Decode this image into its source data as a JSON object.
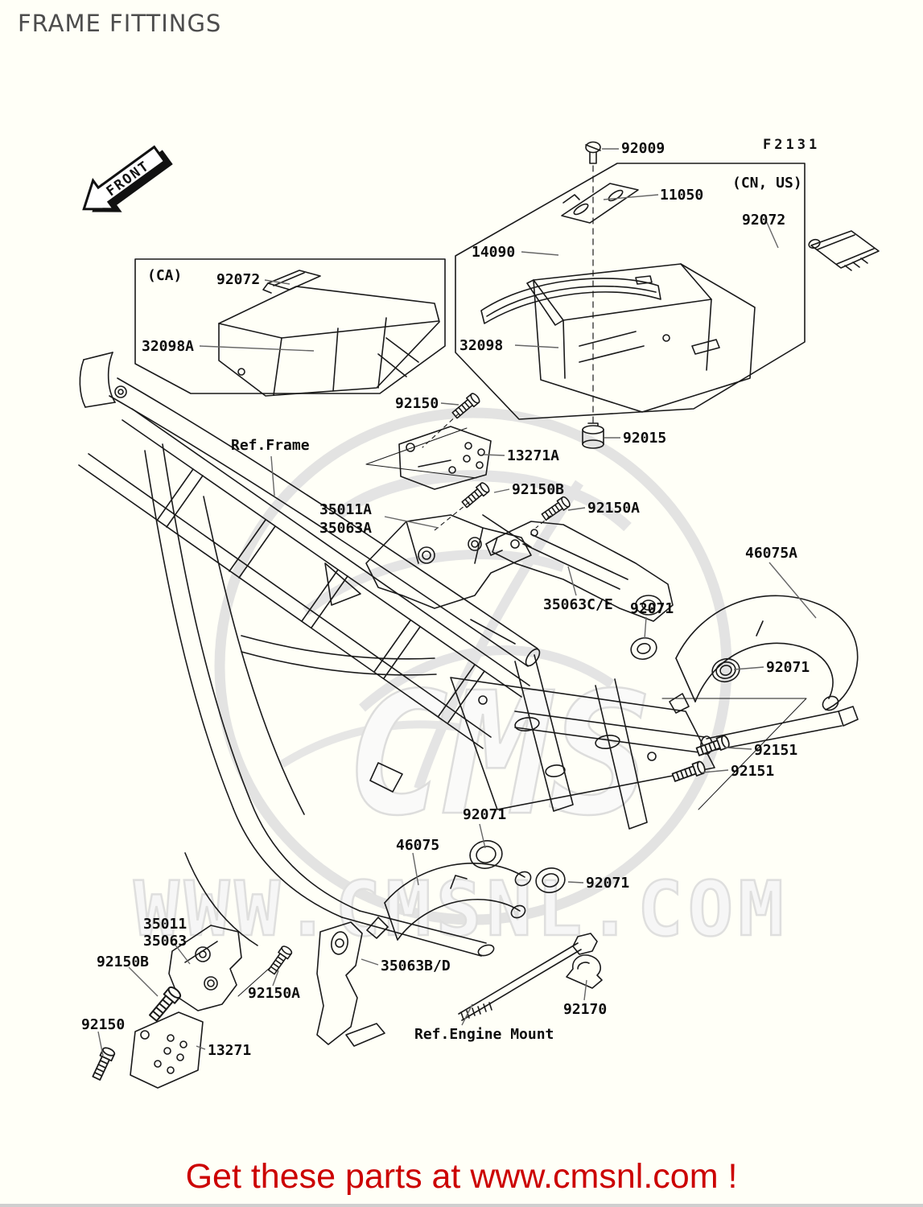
{
  "page": {
    "title": "FRAME FITTINGS",
    "fig_code": "F2131"
  },
  "front_arrow": {
    "label": "FRONT"
  },
  "watermark": {
    "emblem_text": "CMS",
    "url_text": "WWW.CMSNL.COM"
  },
  "banner": {
    "text": "Get these parts at www.cmsnl.com !"
  },
  "colors": {
    "banner_red": "#cc0000",
    "line_black": "#1a1a1a",
    "watermark_gray": "#dcdcdc"
  },
  "labels": [
    "92009",
    "(CN, US)",
    "11050",
    "92072",
    "14090",
    "(CA)",
    "92072",
    "32098A",
    "32098",
    "92150",
    "92015",
    "13271A",
    "Ref.Frame",
    "92150B",
    "35011A",
    "35063A",
    "92150A",
    "46075A",
    "35063C/E",
    "92071",
    "92071",
    "92151",
    "92151",
    "92071",
    "46075",
    "92071",
    "35011",
    "35063",
    "92150B",
    "92150A",
    "35063B/D",
    "92150",
    "13271",
    "92170",
    "Ref.Engine Mount"
  ]
}
